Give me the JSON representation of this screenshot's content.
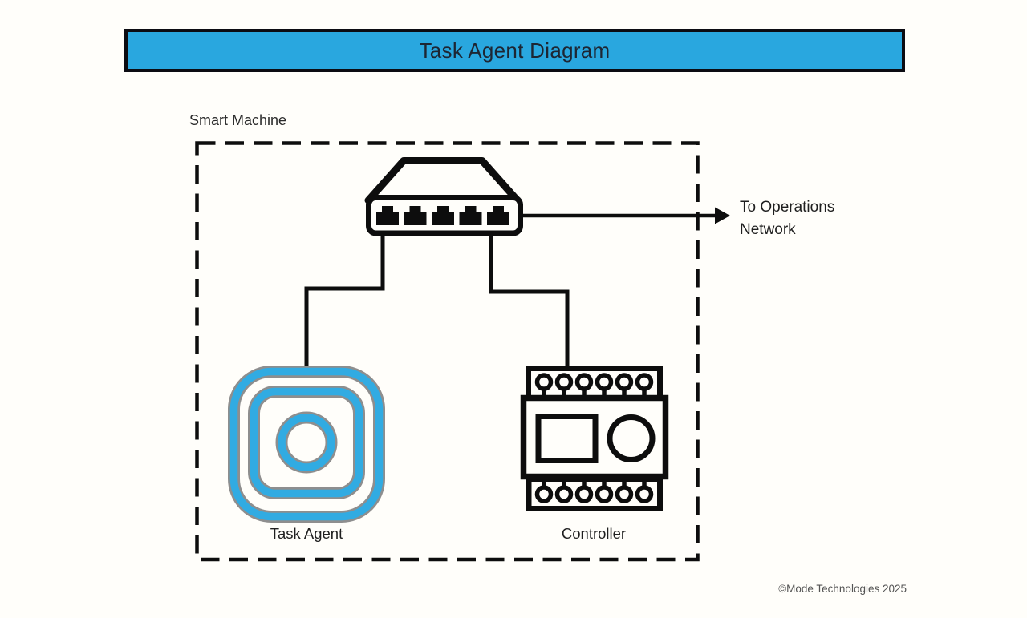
{
  "colors": {
    "background": "#FFFEFA",
    "title_fill": "#29A7DF",
    "title_border": "#0C0C12",
    "outline_black": "#0D0D0D",
    "accent_blue": "#31ABE2",
    "shadow_gray": "#8E8E8E",
    "text_dark": "#1F1F1F",
    "footer_gray": "#545454"
  },
  "title_bar": {
    "label": "Task Agent Diagram"
  },
  "diagram": {
    "group_label": "Smart Machine",
    "nodes": [
      {
        "id": "network-switch",
        "icon": "network-switch-icon",
        "label": ""
      },
      {
        "id": "task-agent",
        "icon": "task-agent-icon",
        "label": "Task Agent"
      },
      {
        "id": "controller",
        "icon": "plc-controller-icon",
        "label": "Controller"
      }
    ],
    "external_connection": {
      "label": "To Operations Network"
    },
    "edges": [
      {
        "from": "network-switch",
        "to": "task-agent"
      },
      {
        "from": "network-switch",
        "to": "controller"
      },
      {
        "from": "network-switch",
        "to": "operations-network",
        "arrow": true
      }
    ]
  },
  "footer": {
    "copyright": "©Mode Technologies 2025"
  }
}
